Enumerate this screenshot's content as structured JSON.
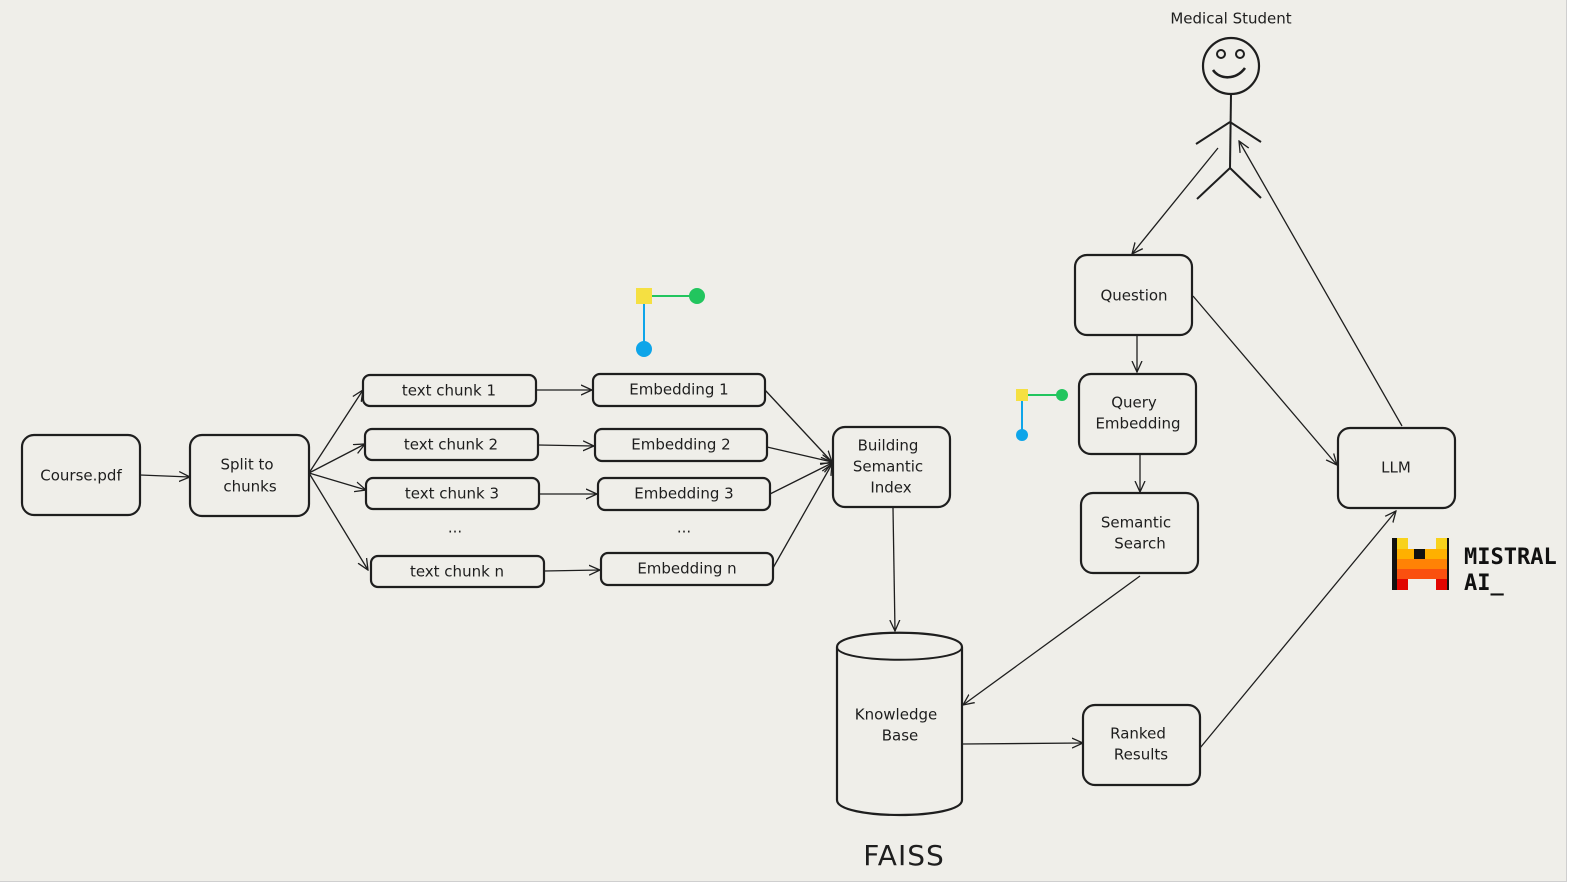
{
  "nodes": {
    "course": "Course.pdf",
    "split_1": "Split to",
    "split_2": "chunks",
    "chunk1": "text chunk 1",
    "chunk2": "text chunk 2",
    "chunk3": "text chunk 3",
    "chunk_ellipsis": "...",
    "chunkn": "text chunk n",
    "emb1": "Embedding 1",
    "emb2": "Embedding 2",
    "emb3": "Embedding 3",
    "emb_ellipsis": "...",
    "embn": "Embedding n",
    "building_1": "Building",
    "building_2": "Semantic",
    "building_3": "Index",
    "kb_1": "Knowledge",
    "kb_2": "Base",
    "faiss": "FAISS",
    "question": "Question",
    "query_1": "Query",
    "query_2": "Embedding",
    "search_1": "Semantic",
    "search_2": "Search",
    "ranked_1": "Ranked",
    "ranked_2": "Results",
    "llm": "LLM",
    "student": "Medical Student"
  },
  "logo": {
    "line1": "MISTRAL",
    "line2": "AI_"
  },
  "colors": {
    "background": "#efeee9",
    "stroke": "#1e1e1e",
    "handle_square": "#f5e042",
    "handle_green": "#22c55e",
    "handle_blue": "#0ea5e9"
  }
}
